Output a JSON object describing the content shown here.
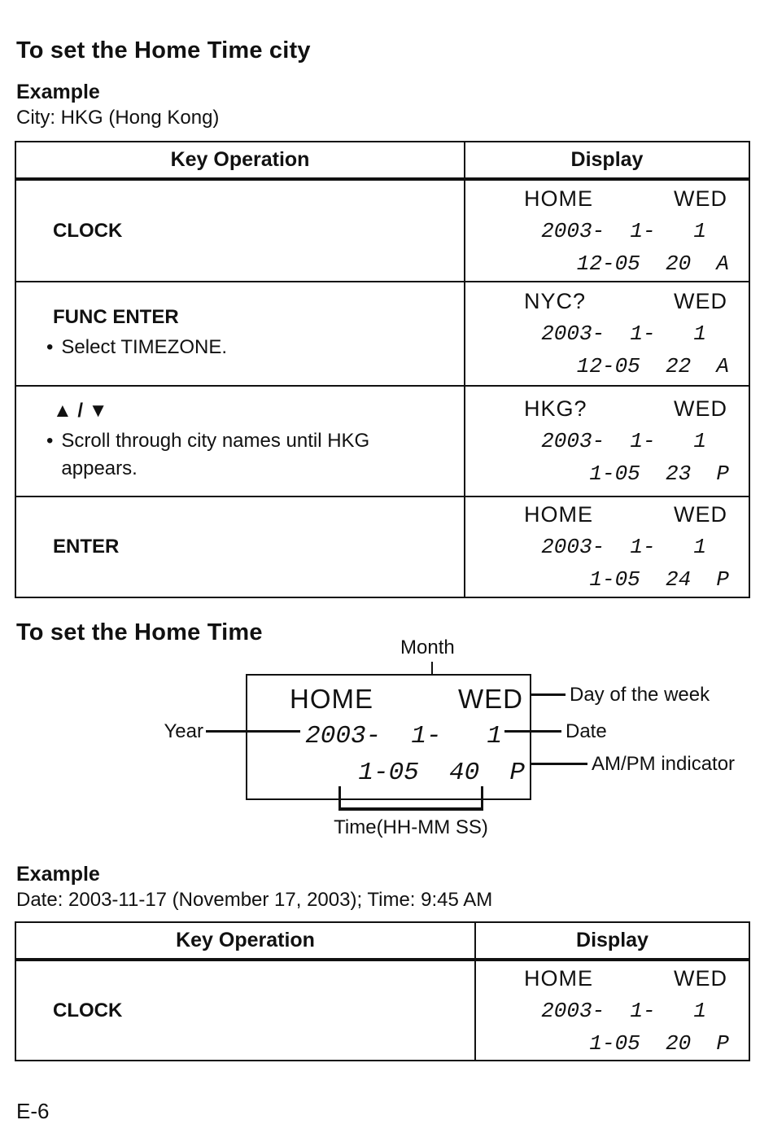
{
  "ui": {
    "bullet": "•"
  },
  "section1": {
    "title": "To set the Home Time city",
    "example_heading": "Example",
    "example_detail": "City: HKG (Hong Kong)"
  },
  "table1": {
    "headers": [
      "Key Operation",
      "Display"
    ],
    "rows": [
      {
        "key": "CLOCK",
        "display": {
          "label": "HOME",
          "day": "WED",
          "date": "2003-  1-   1",
          "time": "12-05  20  A"
        }
      },
      {
        "key": "FUNC ENTER",
        "bullet": "Select TIMEZONE.",
        "display": {
          "label": "NYC?",
          "day": "WED",
          "date": "2003-  1-   1",
          "time": "12-05  22  A"
        }
      },
      {
        "key": "▲ / ▼",
        "bullet": "Scroll through city names until HKG appears.",
        "display": {
          "label": "HKG?",
          "day": "WED",
          "date": "2003-  1-   1",
          "time": "1-05  23  P"
        }
      },
      {
        "key": "ENTER",
        "display": {
          "label": "HOME",
          "day": "WED",
          "date": "2003-  1-   1",
          "time": "1-05  24  P"
        }
      }
    ]
  },
  "section2": {
    "title": "To set the Home Time",
    "example_heading": "Example",
    "example_detail": "Date: 2003-11-17 (November 17, 2003); Time: 9:45 AM"
  },
  "diagram": {
    "display": {
      "label": "HOME",
      "day": "WED",
      "date": "2003-  1-   1",
      "time": "1-05  40  P"
    },
    "callouts": {
      "month": "Month",
      "year": "Year",
      "day_of_week": "Day of the week",
      "date": "Date",
      "ampm": "AM/PM indicator",
      "time": "Time(HH-MM SS)"
    }
  },
  "table2": {
    "headers": [
      "Key Operation",
      "Display"
    ],
    "rows": [
      {
        "key": "CLOCK",
        "display": {
          "label": "HOME",
          "day": "WED",
          "date": "2003-  1-   1",
          "time": "1-05  20  P"
        }
      }
    ]
  },
  "footer": {
    "page_number": "E-6"
  }
}
